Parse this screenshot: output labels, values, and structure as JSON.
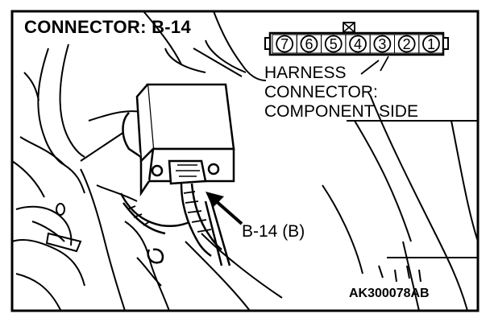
{
  "title": "CONNECTOR: B-14",
  "connector": {
    "pins": [
      "7",
      "6",
      "5",
      "4",
      "3",
      "2",
      "1"
    ],
    "label": "HARNESS\nCONNECTOR:\nCOMPONENT SIDE"
  },
  "callout": "B-14 (B)",
  "figure_code": "AK300078AB"
}
